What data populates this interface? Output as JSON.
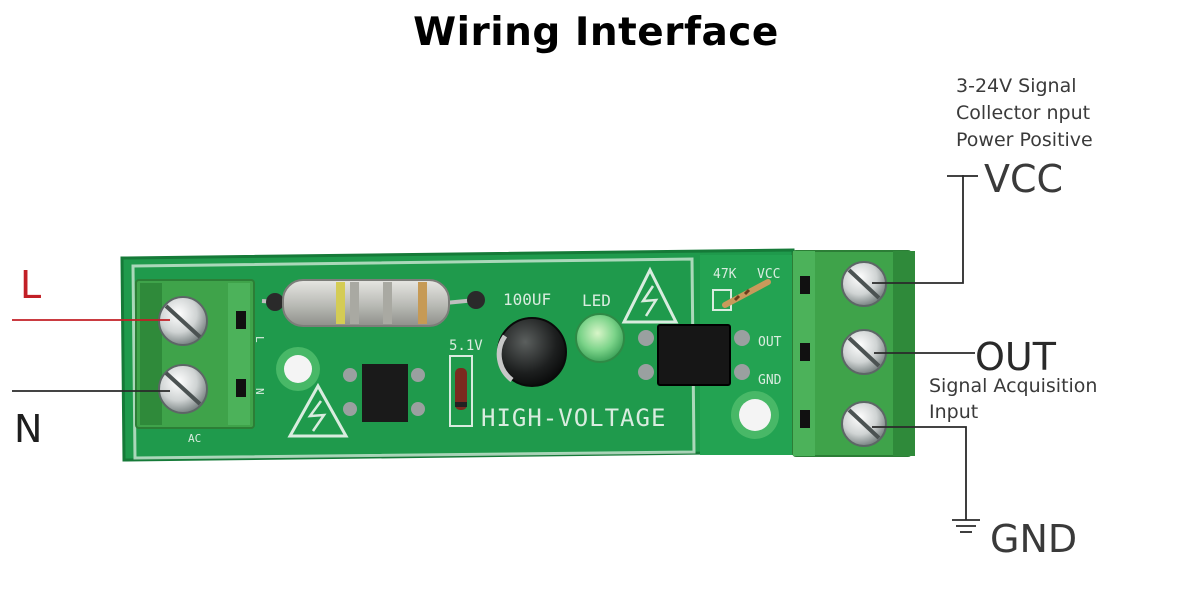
{
  "title": "Wiring Interface",
  "left_terminals": {
    "live_label": "L",
    "neutral_label": "N"
  },
  "right_terminals": {
    "vcc_note_line1": "3-24V Signal",
    "vcc_note_line2": "Collector nput",
    "vcc_note_line3": "Power Positive",
    "vcc_label": "VCC",
    "out_label": "OUT",
    "out_note_line1": "Signal Acquisition",
    "out_note_line2": "Input",
    "gnd_label": "GND"
  },
  "board": {
    "silk_capacitor": "100UF",
    "silk_led": "LED",
    "silk_zener": "5.1V",
    "silk_resistor": "47K",
    "silk_vcc": "VCC",
    "silk_out": "OUT",
    "silk_gnd": "GND",
    "silk_high_voltage": "HIGH-VOLTAGE",
    "silk_l": "L",
    "silk_n": "N",
    "silk_ac": "AC"
  },
  "colors": {
    "pcb": "#1f9a4c",
    "pcb_dark": "#157a38",
    "terminal_block": "#3fa34a",
    "live_wire": "#c21f26",
    "wire": "#2a2a2a",
    "silkscreen": "#d9ecdf"
  }
}
